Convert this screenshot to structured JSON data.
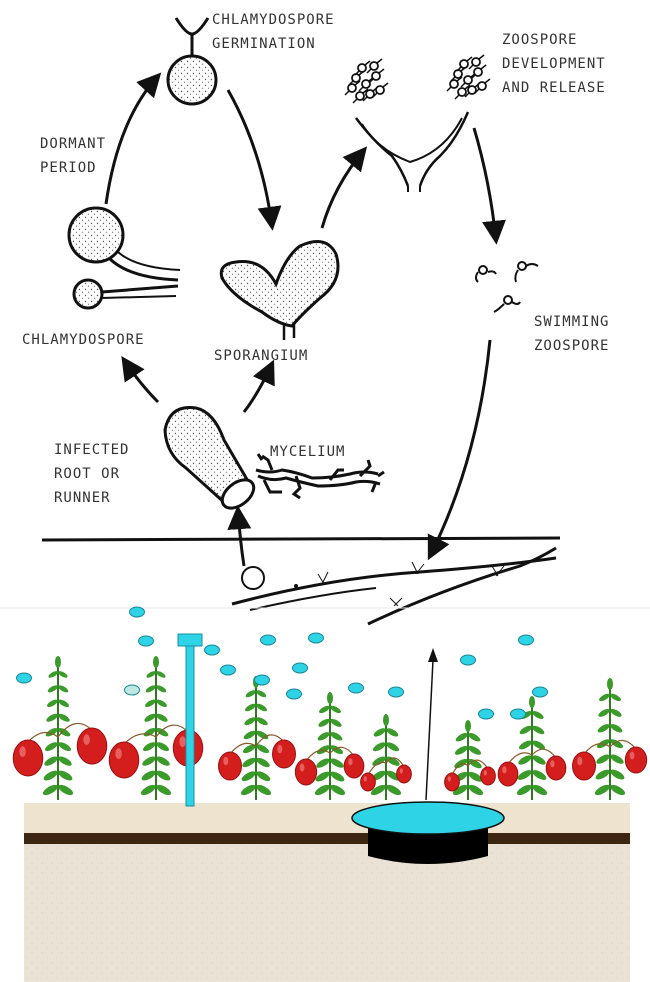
{
  "labels": {
    "chlamydospore_germination": [
      "CHLAMYDOSPORE",
      "GERMINATION"
    ],
    "zoospore_development": [
      "ZOOSPORE",
      "DEVELOPMENT",
      "AND RELEASE"
    ],
    "dormant_period": [
      "DORMANT",
      "PERIOD"
    ],
    "chlamydospore": "CHLAMYDOSPORE",
    "sporangium": "SPORANGIUM",
    "swimming_zoospore": [
      "SWIMMING",
      "ZOOSPORE"
    ],
    "infected_root": [
      "INFECTED",
      "ROOT OR",
      "RUNNER"
    ],
    "mycelium": "MYCELIUM"
  },
  "colors": {
    "water": "#2fd3e6",
    "berry": "#d41e1e",
    "leaf": "#3a9a2a",
    "soil_top": "#ede3cf",
    "soil_band": "#3c2612",
    "soil_lower": "#eae2d4",
    "line": "#111111"
  }
}
